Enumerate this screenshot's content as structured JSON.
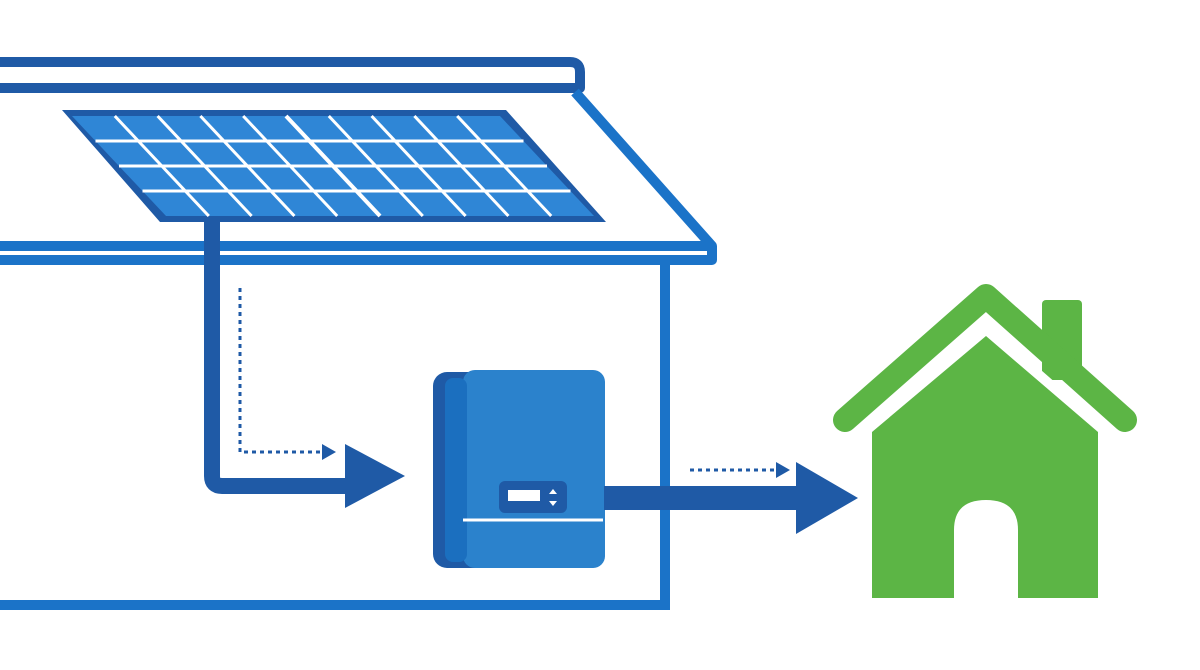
{
  "diagram": {
    "type": "solar-power-flow",
    "nodes": [
      {
        "id": "solar-panel",
        "icon": "solar-panel-icon"
      },
      {
        "id": "inverter",
        "icon": "inverter-icon"
      },
      {
        "id": "home",
        "icon": "house-icon"
      }
    ],
    "edges": [
      {
        "from": "solar-panel",
        "to": "inverter",
        "style": "solid-arrow-with-dotted-guide"
      },
      {
        "from": "inverter",
        "to": "home",
        "style": "solid-arrow-with-dotted-guide"
      }
    ],
    "colors": {
      "dark_blue": "#1f5aa6",
      "mid_blue": "#1b73c8",
      "panel_blue": "#2f86d6",
      "inverter_face": "#2b82cc",
      "house_green": "#5cb545",
      "background": "#ffffff"
    }
  }
}
